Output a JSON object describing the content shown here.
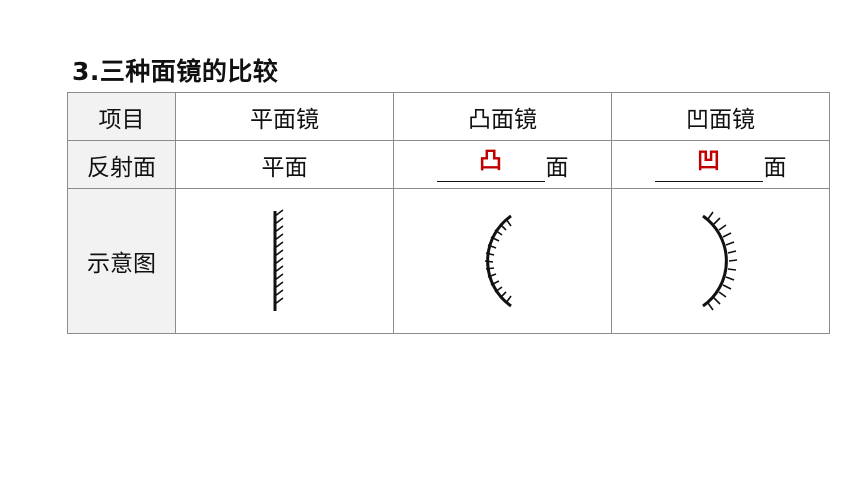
{
  "title": "3.三种面镜的比较",
  "table": {
    "header": [
      "项目",
      "平面镜",
      "凸面镜",
      "凹面镜"
    ],
    "row_surface": {
      "label": "反射面",
      "plane": "平面",
      "convex_answer": "凸",
      "convex_suffix": "面",
      "concave_answer": "凹",
      "concave_suffix": "面"
    },
    "row_diagram": {
      "label": "示意图"
    }
  },
  "colors": {
    "answer": "#c00000",
    "grid": "#8c8c8c",
    "header_bg": "#f2f2f2"
  }
}
